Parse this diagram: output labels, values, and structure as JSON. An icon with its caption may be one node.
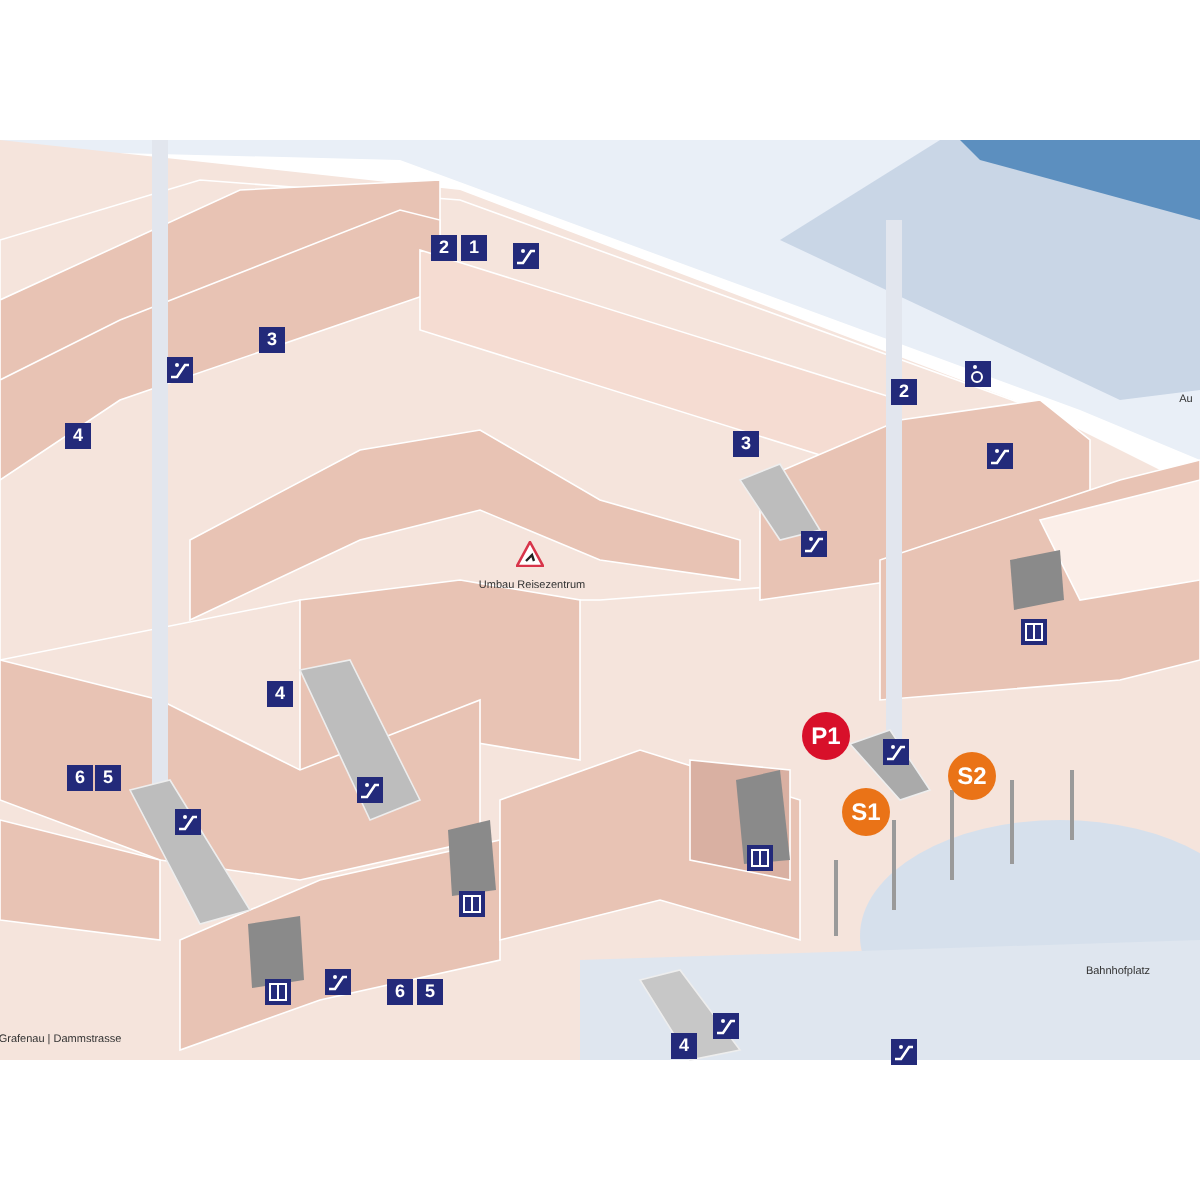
{
  "diagram": {
    "labels": [
      "2",
      "1",
      "3",
      "2",
      "4",
      "3",
      "Au",
      "Umbau Reisezentrum",
      "4",
      "P1",
      "6",
      "5",
      "S2",
      "S1",
      "Bahnhofplatz",
      "6",
      "5",
      "Grafenau | Dammstrasse",
      "4"
    ]
  }
}
